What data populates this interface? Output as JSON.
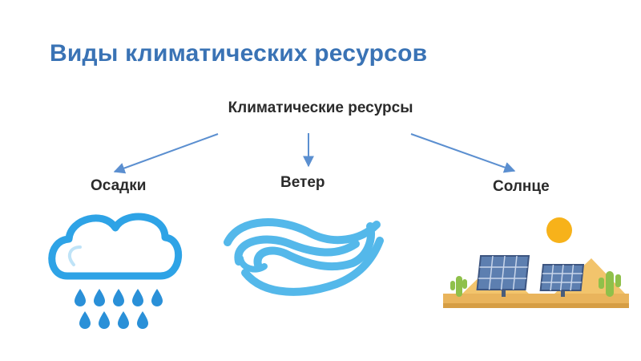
{
  "title": "Виды климатических ресурсов",
  "diagram": {
    "root": "Климатические ресурсы",
    "children": [
      {
        "label": "Осадки",
        "icon": "rain-cloud-icon"
      },
      {
        "label": "Ветер",
        "icon": "wind-icon"
      },
      {
        "label": "Солнце",
        "icon": "solar-panels-icon"
      }
    ]
  },
  "colors": {
    "title": "#3a73b5",
    "arrow": "#5b8fd0",
    "cloud_outline": "#2ea3e6",
    "rain": "#2a90d8",
    "wind": "#54b8ea",
    "sun": "#f7b21a",
    "sand": "#e9b45c",
    "panel": "#5d7fb0"
  }
}
